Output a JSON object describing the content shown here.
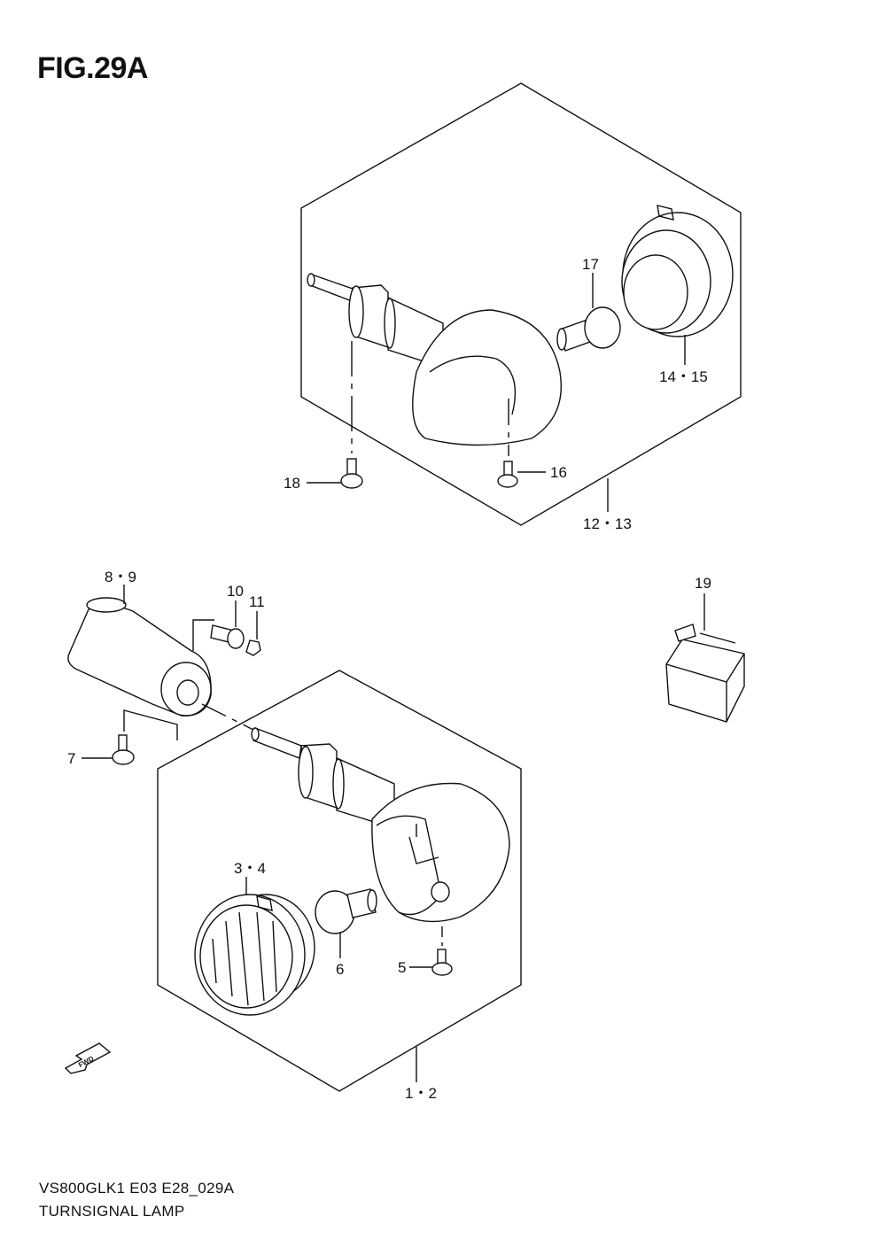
{
  "figure_title": "FIG.29A",
  "footer": {
    "code": "VS800GLK1 E03 E28_029A",
    "name": "TURNSIGNAL LAMP"
  },
  "direction_marker": "FWD",
  "callouts": {
    "c1_2": "1・2",
    "c3_4": "3・4",
    "c5": "5",
    "c6": "6",
    "c7": "7",
    "c8_9": "8・9",
    "c10": "10",
    "c11": "11",
    "c12_13": "12・13",
    "c14_15": "14・15",
    "c16": "16",
    "c17": "17",
    "c18": "18",
    "c19": "19"
  }
}
